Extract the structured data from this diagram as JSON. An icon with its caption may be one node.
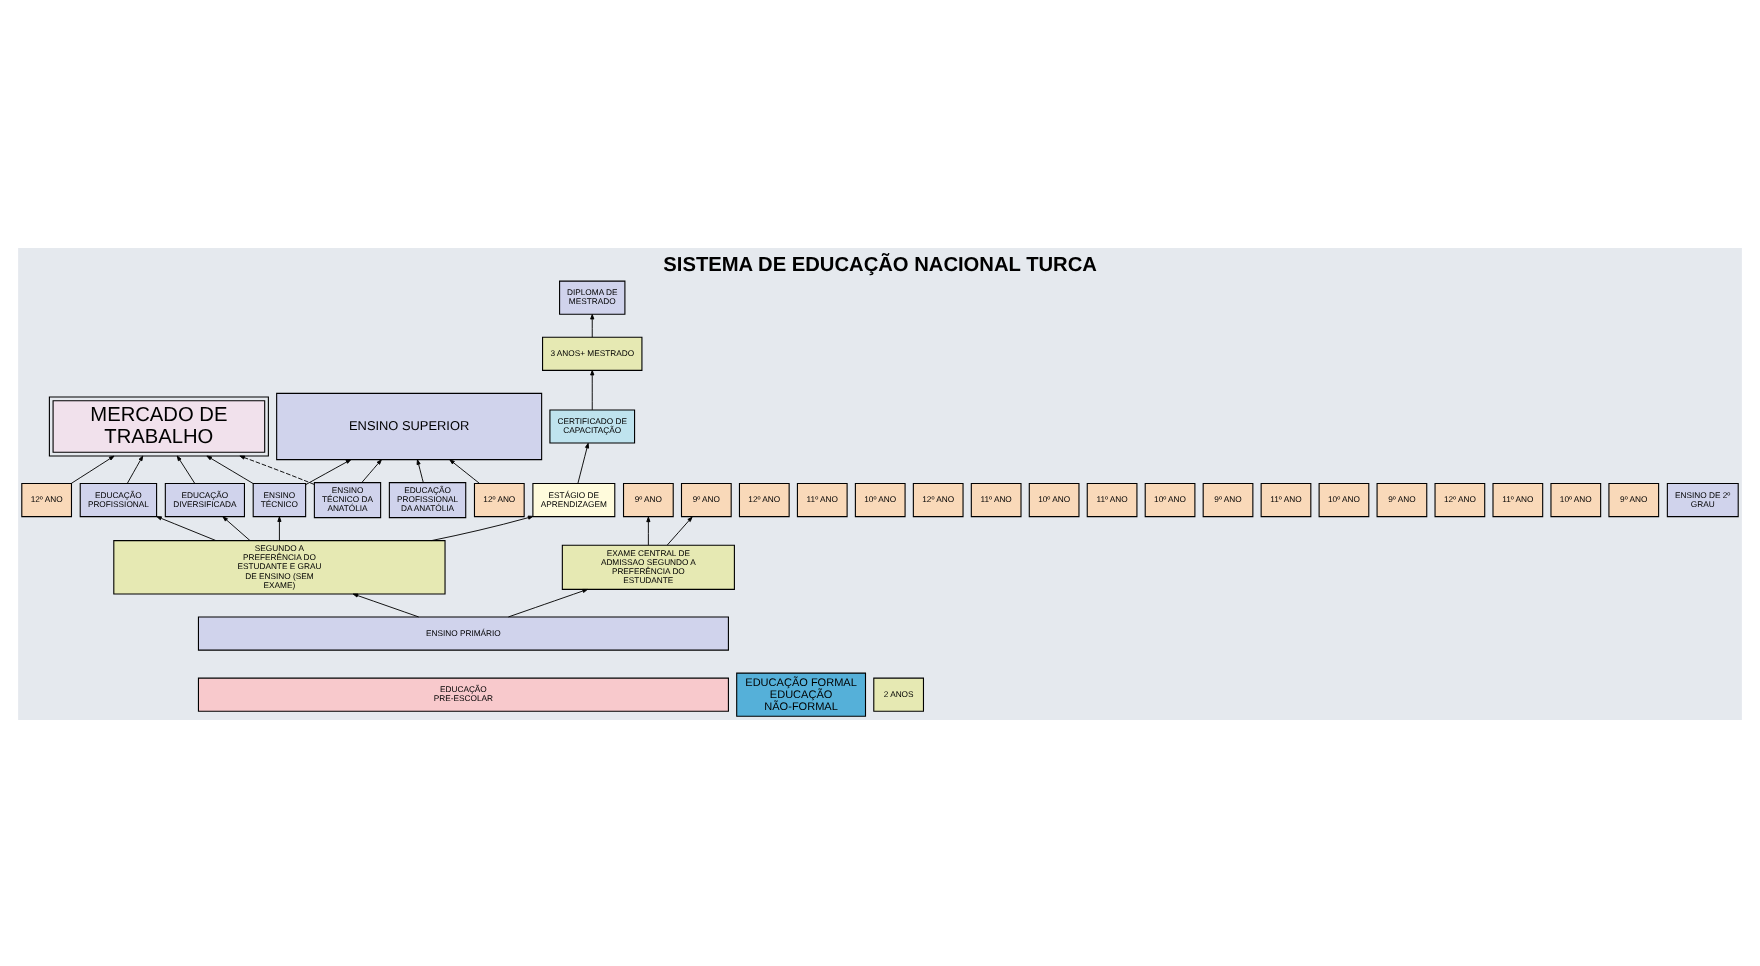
{
  "diagram": {
    "title": "SISTEMA DE EDUCAÇÃO NACIONAL TURCA",
    "nodes": [
      {
        "text": [
          "MERCADO DE TRABALHO"
        ]
      },
      {
        "text": [
          "ENSINO SUPERIOR"
        ]
      },
      {
        "text": [
          "EDUCAÇÃO FORMAL",
          "EDUCAÇÃO NÃO-FORMAL"
        ]
      },
      {
        "text": [
          "ENSINO TÉCNICO DA ANATÓLIA"
        ]
      },
      {
        "text": [
          "12º ANO"
        ]
      },
      {
        "text": [
          "11º ANO"
        ]
      },
      {
        "text": [
          "10º ANO"
        ]
      },
      {
        "text": [
          "9º ANO"
        ]
      },
      {
        "text": [
          "EDUCAÇÃO PROFISSIONAL DA ANATÓLIA"
        ]
      },
      {
        "text": [
          "12º ANO"
        ]
      },
      {
        "text": [
          "11º ANO"
        ]
      },
      {
        "text": [
          "10º ANO"
        ]
      },
      {
        "text": [
          "9º ANO"
        ]
      },
      {
        "text": [
          "ENSINO TÉCNICO"
        ]
      },
      {
        "text": [
          "12º ANO"
        ]
      },
      {
        "text": [
          "11º ANO"
        ]
      },
      {
        "text": [
          "10º ANO"
        ]
      },
      {
        "text": [
          "9º ANO"
        ]
      },
      {
        "text": [
          "EDUCAÇÃO PROFISSIONAL"
        ]
      },
      {
        "text": [
          "12º ANO"
        ]
      },
      {
        "text": [
          "11º ANO"
        ]
      },
      {
        "text": [
          "10º ANO"
        ]
      },
      {
        "text": [
          "9º ANO"
        ]
      },
      {
        "text": [
          "EDUCAÇÃO DIVERSIFICADA"
        ]
      },
      {
        "text": [
          "12º ANO"
        ]
      },
      {
        "text": [
          "11º ANO"
        ]
      },
      {
        "text": [
          "10º ANO"
        ]
      },
      {
        "text": [
          "9º ANO"
        ]
      },
      {
        "text": [
          "ENSINO DE 2º GRAU"
        ]
      },
      {
        "text": [
          "ESTÁGIO DE APRENDIZAGEM"
        ]
      },
      {
        "text": [
          "CERTIFICADO DE CAPACITAÇÃO"
        ]
      },
      {
        "text": [
          "3 ANOS+ MESTRADO"
        ]
      },
      {
        "text": [
          "2 ANOS"
        ]
      },
      {
        "text": [
          "DIPLOMA DE MESTRADO"
        ]
      },
      {
        "text": [
          "EXAME CENTRAL DE ADMISSAO SEGUNDO A PREFERÊNCIA DO ESTUDANTE"
        ]
      },
      {
        "text": [
          "SEGUNDO A PREFERÊNCIA DO ESTUDANTE E GRAU DE ENSINO (SEM EXAME)"
        ]
      },
      {
        "text": [
          "ENSINO PRIMÁRIO"
        ]
      },
      {
        "text": [
          "EDUCAÇÃO PRE-ESCOLAR"
        ]
      }
    ],
    "edges": [
      {
        "from": 36,
        "to": 34,
        "arrow": "to"
      },
      {
        "from": 36,
        "to": 35,
        "arrow": "to"
      },
      {
        "from": 34,
        "to": 7,
        "arrow": "to"
      },
      {
        "from": 34,
        "to": 12,
        "arrow": "to"
      },
      {
        "from": 35,
        "to": 13,
        "arrow": "to"
      },
      {
        "from": 35,
        "to": 18,
        "arrow": "to"
      },
      {
        "from": 35,
        "to": 23,
        "arrow": "to"
      },
      {
        "from": 35,
        "to": 29,
        "arrow": "to"
      },
      {
        "from": 3,
        "to": 1,
        "arrow": "to"
      },
      {
        "from": 8,
        "to": 1,
        "arrow": "to"
      },
      {
        "from": 13,
        "to": 1,
        "arrow": "to"
      },
      {
        "from": 14,
        "to": 1,
        "arrow": "to"
      },
      {
        "from": 3,
        "to": 0,
        "arrow": "to",
        "style": "dashed"
      },
      {
        "from": 13,
        "to": 0,
        "arrow": "to"
      },
      {
        "from": 18,
        "to": 0,
        "arrow": "to"
      },
      {
        "from": 19,
        "to": 0,
        "arrow": "to"
      },
      {
        "from": 23,
        "to": 0,
        "arrow": "to"
      },
      {
        "from": 29,
        "to": 30,
        "arrow": "to"
      },
      {
        "from": 30,
        "to": 31,
        "arrow": "to"
      },
      {
        "from": 31,
        "to": 33,
        "arrow": "to"
      }
    ]
  }
}
